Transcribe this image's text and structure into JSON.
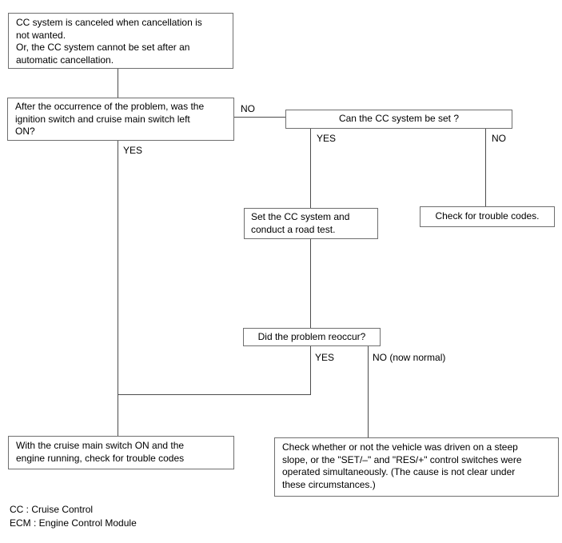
{
  "diagram": {
    "title_hint": "CC system diagnostic flowchart",
    "boxes": {
      "start": {
        "text": "CC system is canceled when cancellation is\nnot wanted.\nOr, the CC system cannot be set after an\nautomatic cancellation."
      },
      "q_ignition": {
        "text": "After the occurrence of the problem, was the\nignition switch and cruise main switch left\nON?"
      },
      "q_can_set": {
        "text": "Can the CC system be set ?"
      },
      "set_road_test": {
        "text": "Set the CC system and\nconduct a road test."
      },
      "check_codes": {
        "text": "Check for trouble codes."
      },
      "q_reoccur": {
        "text": "Did the problem reoccur?"
      },
      "check_codes_running": {
        "text": "With the cruise main switch ON and the\nengine running, check for trouble codes"
      },
      "check_steep_slope": {
        "text": "Check whether or not the vehicle was driven on a steep\nslope, or the \"SET/–\" and \"RES/+\" control switches were\noperated simultaneously. (The cause is not clear under\nthese circumstances.)"
      }
    },
    "labels": {
      "no_ignition": "NO",
      "yes_ignition": "YES",
      "yes_can_set": "YES",
      "no_can_set": "NO",
      "yes_reoccur": "YES",
      "no_reoccur": "NO (now normal)"
    },
    "legend": {
      "line1": "CC : Cruise Control",
      "line2": "ECM : Engine Control Module"
    },
    "colors": {
      "background": "#ffffff",
      "box_border": "#6f6f6f",
      "connector_line": "#4c4c4c",
      "text": "#000000"
    }
  }
}
